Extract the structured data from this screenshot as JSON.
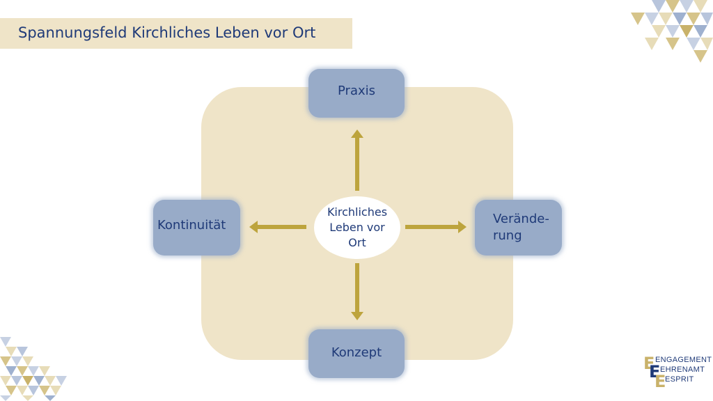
{
  "title": "Spannungsfeld Kirchliches Leben vor Ort",
  "center": {
    "label": "Kirchliches\nLeben vor\nOrt"
  },
  "nodes": {
    "top": "Praxis",
    "left": "Kontinuität",
    "right": "Verände-\nrung",
    "bottom": "Konzept"
  },
  "logo": {
    "lines": [
      "ENGAGEMENT",
      "EHRENAMT",
      "ESPRIT"
    ],
    "letters": [
      "E",
      "E",
      "E"
    ]
  },
  "colors": {
    "background_square": "#efe4c8",
    "node_fill": "#98abc8",
    "arrow": "#bda43d",
    "text": "#1f3a78"
  }
}
